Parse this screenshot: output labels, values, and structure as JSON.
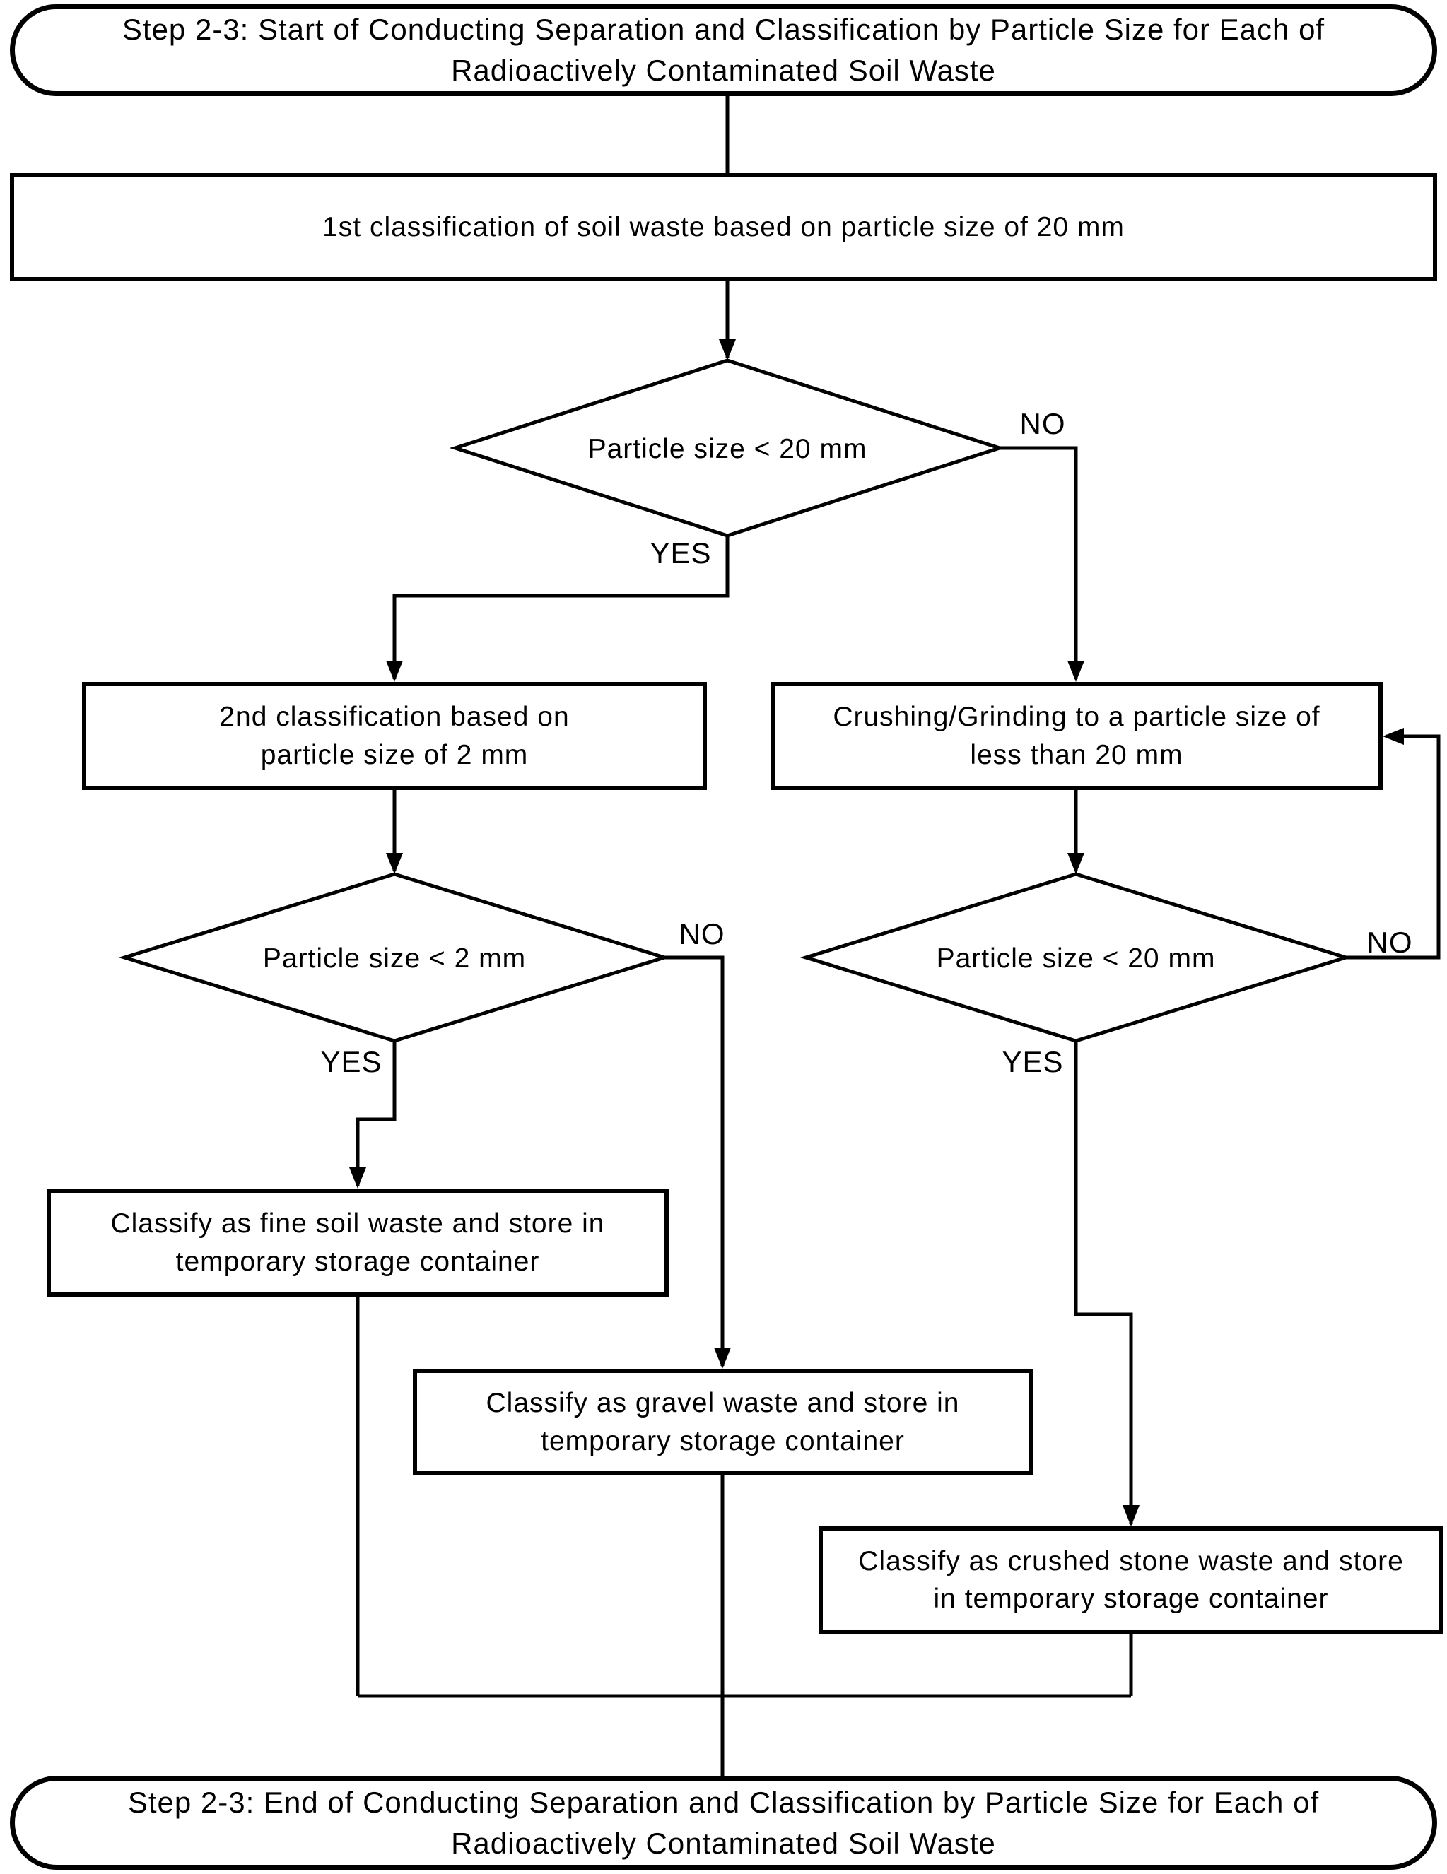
{
  "colors": {
    "stroke": "#000000",
    "background": "#ffffff",
    "text": "#000000"
  },
  "flowchart": {
    "terminators": {
      "start": "Step 2-3: Start of Conducting Separation and Classification by Particle Size for Each of\nRadioactively Contaminated Soil Waste",
      "end": "Step 2-3: End of Conducting Separation and Classification by Particle Size for Each of\nRadioactively Contaminated Soil Waste"
    },
    "processes": {
      "first_classification": "1st classification of soil waste based on particle size of 20 mm",
      "second_classification": "2nd classification based on\nparticle size of 2 mm",
      "crushing_grinding": "Crushing/Grinding to a particle size of\nless than 20 mm",
      "classify_fine_soil": "Classify as fine soil waste and store in\ntemporary storage container",
      "classify_gravel": "Classify as gravel waste and store in\ntemporary storage container",
      "classify_crushed_stone": "Classify as crushed stone waste and store\nin temporary storage container"
    },
    "decisions": {
      "particle_lt_20": "Particle size < 20 mm",
      "particle_lt_2": "Particle size < 2 mm",
      "particle_lt_20_recheck": "Particle size < 20 mm"
    },
    "branch_labels": {
      "d1_yes": "YES",
      "d1_no": "NO",
      "d2_yes": "YES",
      "d2_no": "NO",
      "d3_yes": "YES",
      "d3_no": "NO"
    }
  }
}
